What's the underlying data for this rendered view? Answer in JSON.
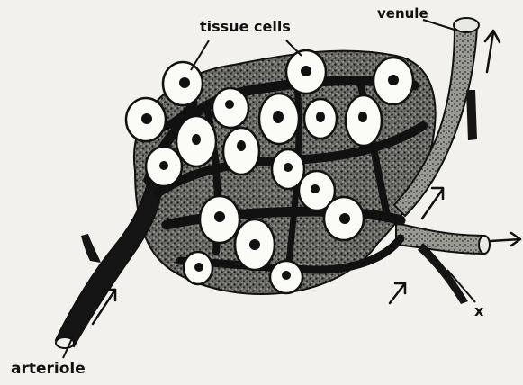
{
  "labels": {
    "tissue_cells": "tissue cells",
    "venule": "venule",
    "arteriole": "arteriole",
    "x": "x"
  },
  "colors": {
    "background": "#f2f1ee",
    "ink": "#111111",
    "cell_fill": "#fbfbf8"
  }
}
